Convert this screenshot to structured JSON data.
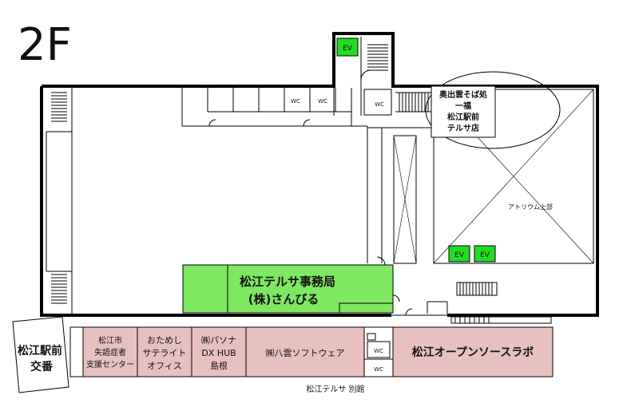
{
  "floor_label": "2F",
  "colors": {
    "green": "#7ee860",
    "ev_green": "#22dd22",
    "pink": "#e8c0c0",
    "wall": "#000000"
  },
  "elevators": {
    "label": "EV"
  },
  "restrooms": {
    "label": "WC"
  },
  "rooms": {
    "soba_shop": [
      "奥出雲そば処",
      "一福",
      "松江駅前",
      "テルサ店"
    ],
    "atrium": "アトリウム上部",
    "green_office": [
      "松江テルサ事務局",
      "(株)さんびる"
    ],
    "koban": [
      "松江駅前",
      "交番"
    ],
    "annex_label": "松江テルサ 別館",
    "annex": {
      "support_center": [
        "松江市",
        "失語症者",
        "支援センター"
      ],
      "satellite": [
        "おためし",
        "サテライト",
        "オフィス"
      ],
      "pasona": [
        "㈱パソナ",
        "DX HUB",
        "島根"
      ],
      "yakumo": "㈱八雲ソフトウェア",
      "opensource": "松江オープンソースラボ"
    }
  }
}
